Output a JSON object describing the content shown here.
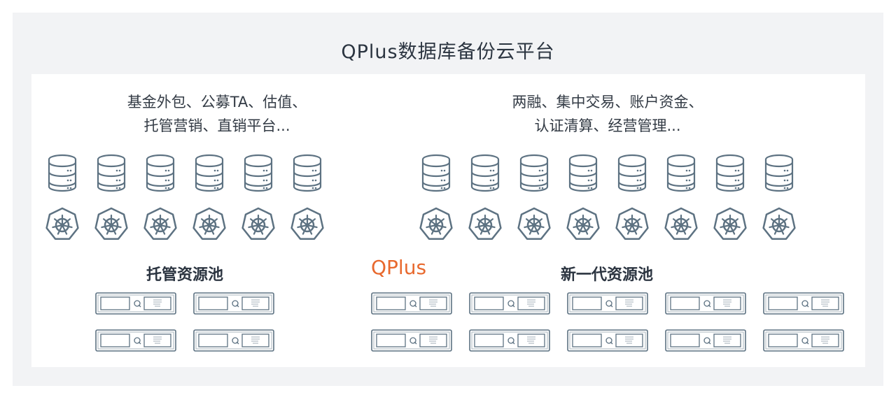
{
  "title": "QPlus数据库备份云平台",
  "left": {
    "description": "基金外包、公募TA、估值、\n托管营销、直销平台...",
    "pool_label": "托管资源池",
    "db_count": 6,
    "k8s_count": 6,
    "server_rows": 2,
    "server_cols": 2
  },
  "right": {
    "description": "两融、集中交易、账户资金、\n认证清算、经营管理...",
    "pool_label": "新一代资源池",
    "db_count": 8,
    "k8s_count": 8,
    "server_rows": 2,
    "server_cols": 5
  },
  "brand_label": "QPlus",
  "colors": {
    "icon": "#5d7282",
    "brand": "#e8692e",
    "panel": "#f2f3f5"
  },
  "icons": {
    "database": "database-icon",
    "kubernetes": "kubernetes-icon",
    "server": "server-icon"
  }
}
